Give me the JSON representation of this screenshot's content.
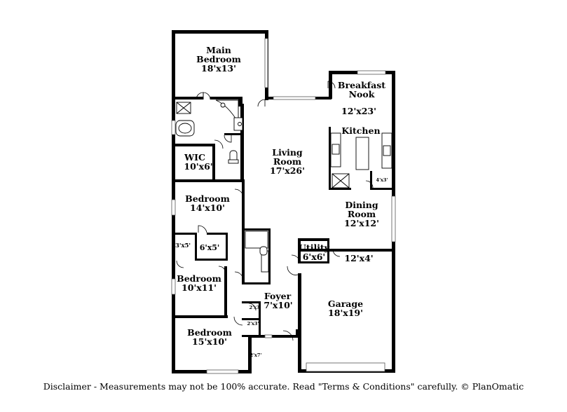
{
  "rooms": {
    "main_bedroom": {
      "name_line1": "Main",
      "name_line2": "Bedroom",
      "size": "18'x13'"
    },
    "breakfast_nook": {
      "name_line1": "Breakfast",
      "name_line2": "Nook",
      "size": "12'x23'"
    },
    "kitchen": {
      "name": "Kitchen"
    },
    "living_room": {
      "name_line1": "Living",
      "name_line2": "Room",
      "size": "17'x26'"
    },
    "wic": {
      "name": "WIC",
      "size": "10'x6'"
    },
    "pantry": {
      "size": "4'x3'"
    },
    "bedroom_2": {
      "name": "Bedroom",
      "size": "14'x10'"
    },
    "dining_room": {
      "name_line1": "Dining",
      "name_line2": "Room",
      "size": "12'x12'"
    },
    "closet_3x5": {
      "size": "3'x5'"
    },
    "closet_6x5": {
      "size": "6'x5'"
    },
    "utility": {
      "name": "Utility",
      "size": "6'x6'"
    },
    "hall_12x4": {
      "size": "12'x4'"
    },
    "bedroom_3": {
      "name": "Bedroom",
      "size": "10'x11'"
    },
    "foyer": {
      "name": "Foyer",
      "size": "7'x10'"
    },
    "garage": {
      "name": "Garage",
      "size": "18'x19'"
    },
    "closet_2x3_a": {
      "size": "2'x3'"
    },
    "closet_2x3_b": {
      "size": "2'x3'"
    },
    "bedroom_4": {
      "name": "Bedroom",
      "size": "15'x10'"
    },
    "closet_2x7": {
      "size": "2'x7'"
    }
  },
  "disclaimer": "Disclaimer - Measurements may not be 100% accurate. Read \"Terms & Conditions\" carefully. © PlanOmatic"
}
